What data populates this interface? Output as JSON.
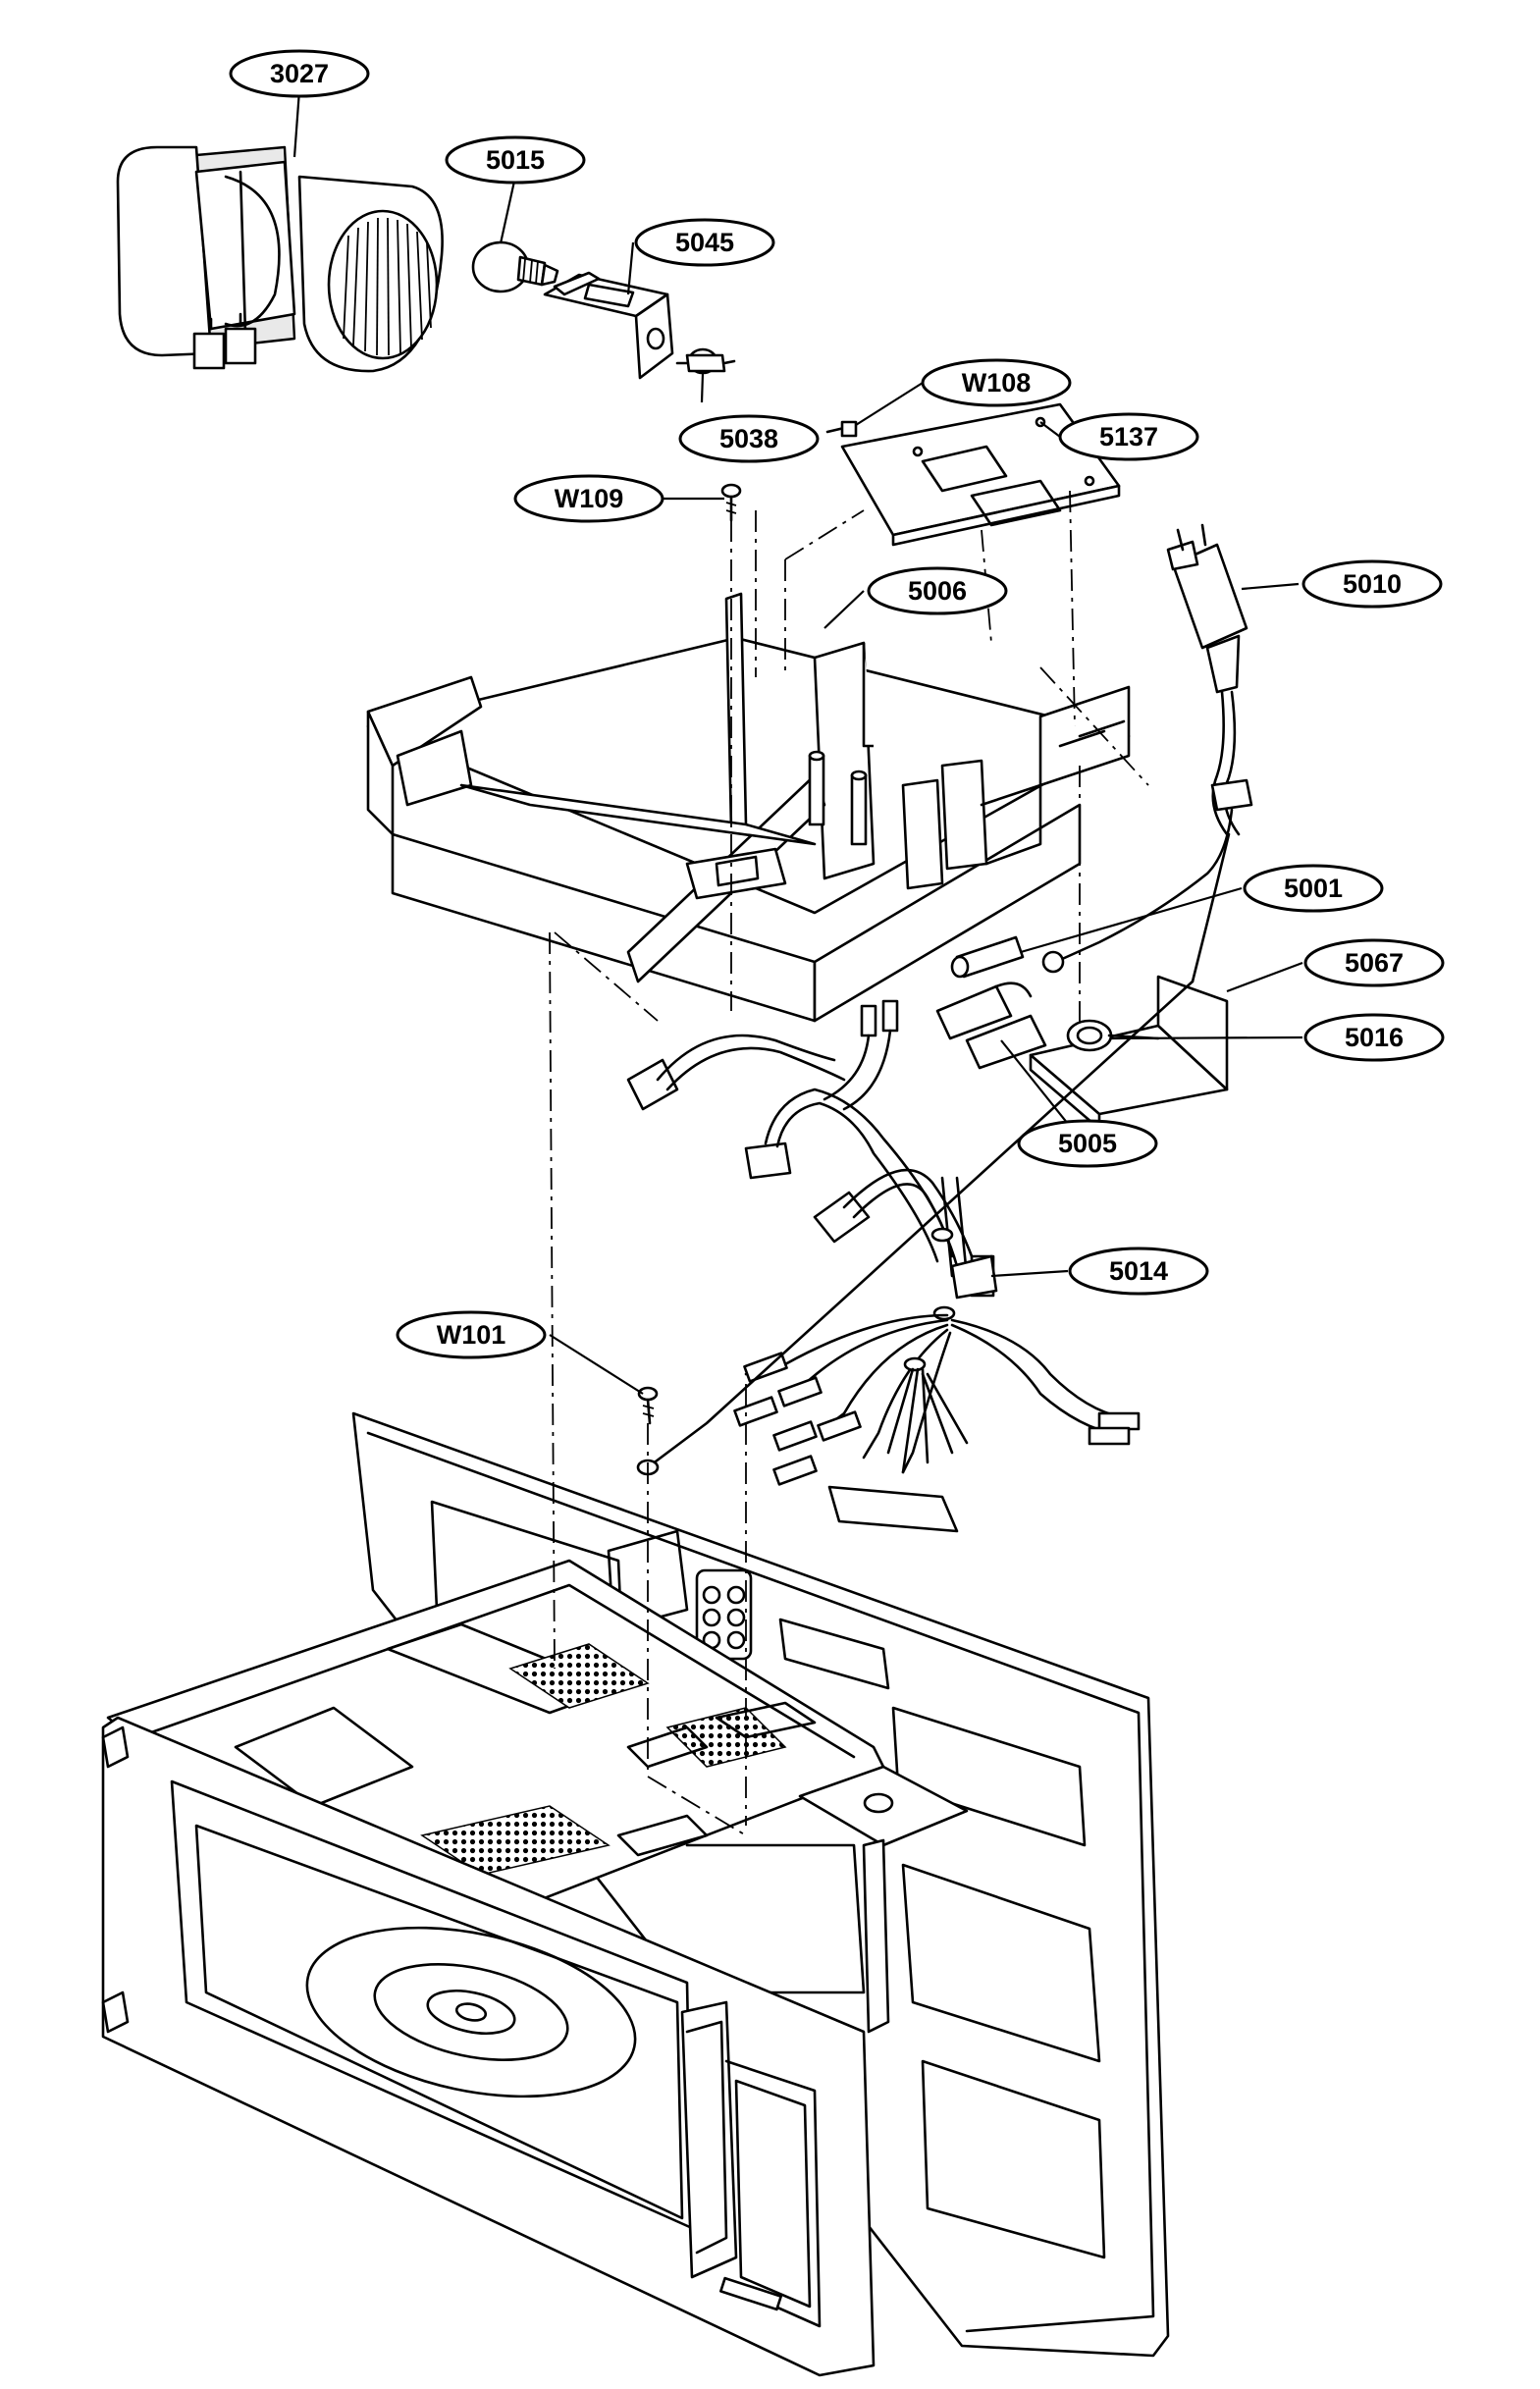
{
  "callouts": {
    "c3027": "3027",
    "c5015": "5015",
    "c5045": "5045",
    "c5038": "5038",
    "cW108": "W108",
    "c5137": "5137",
    "cW109": "W109",
    "c5006": "5006",
    "c5010": "5010",
    "c5001": "5001",
    "c5067": "5067",
    "c5016": "5016",
    "c5005": "5005",
    "c5014": "5014",
    "cW101": "W101"
  }
}
